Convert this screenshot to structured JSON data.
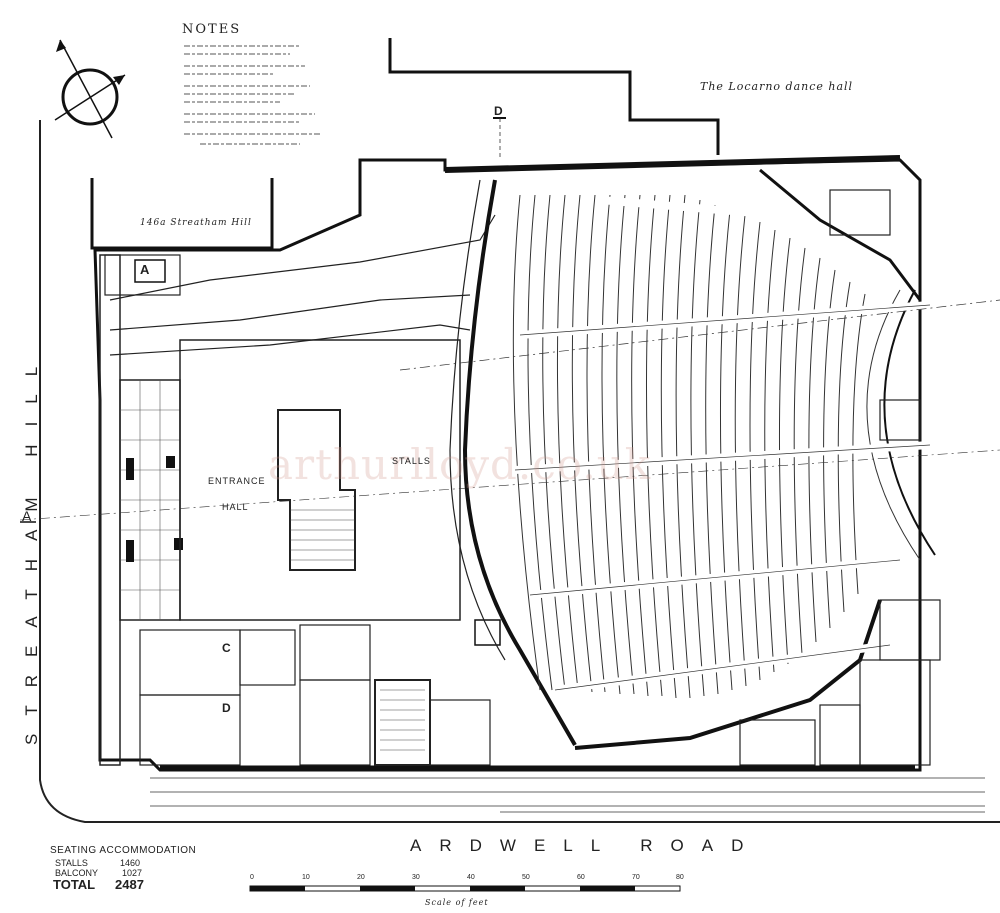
{
  "plan": {
    "street_left": "STREATHAM HILL",
    "street_bottom": "ARDWELL ROAD",
    "neighbour_top": "The Locarno dance hall",
    "neighbour_left": "146a Streatham Hill",
    "section_marker": "A",
    "section_marker_top": "D",
    "entrance_label": "ENTRANCE",
    "hall_label": "HALL",
    "stalls_label": "STALLS",
    "stair_tags": [
      "A",
      "C",
      "D"
    ],
    "scale_ticks": [
      "0",
      "10",
      "20",
      "30",
      "40",
      "50",
      "60",
      "70",
      "80"
    ],
    "scale_caption": "Scale of feet",
    "watermark": "arthurlloyd.co.uk"
  },
  "notes": {
    "title": "NOTES"
  },
  "seating": {
    "title": "SEATING ACCOMMODATION",
    "rows": [
      {
        "label": "STALLS",
        "value": "1460"
      },
      {
        "label": "BALCONY",
        "value": "1027"
      }
    ],
    "total_label": "TOTAL",
    "total_value": "2487"
  },
  "colors": {
    "ink": "#1a1a1a",
    "paper": "#ffffff",
    "watermark": "#d2968c"
  }
}
